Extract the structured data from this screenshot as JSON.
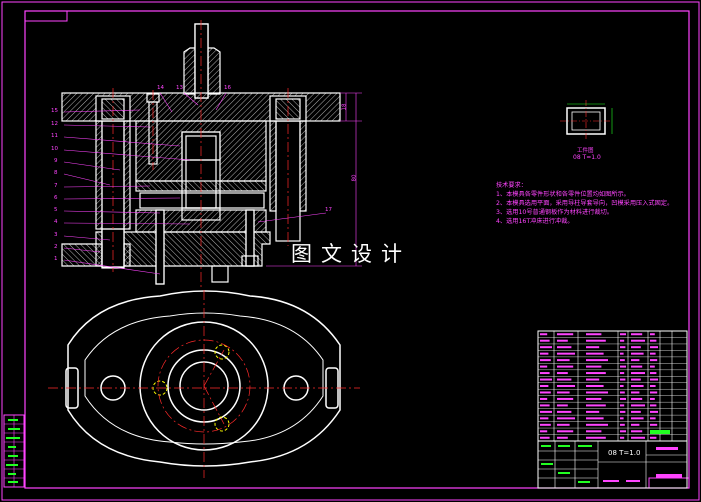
{
  "title_stamp": "图文设计",
  "part_view": {
    "caption": "工件图",
    "spec": "08 T=1.0"
  },
  "tech_requirements": {
    "heading": "技术要求：",
    "items": [
      "1、本模具各零件形状和各零件位置均如图所示。",
      "2、本模具选用平面，采用导柱导套导向，凹模采用压入式固定。",
      "3、选用10号普通钢板作为材料进行裁切。",
      "4、选用16T冲床进行冲裁。"
    ]
  },
  "balloons": [
    "14",
    "13",
    "15",
    "12",
    "11",
    "10",
    "9",
    "8",
    "7",
    "6",
    "5",
    "4",
    "3",
    "2",
    "1",
    "16",
    "17"
  ],
  "dimensions": {
    "total_height": "80",
    "partial_height": "18"
  },
  "title_block": {
    "part_spec": "08 T=1.0"
  },
  "colors": {
    "background": "#000000",
    "frame": "#ff44ff",
    "outline": "#ffffff",
    "centerline": "#ff2a2a",
    "dimension": "#ff44ff",
    "hidden": "#ffff00",
    "hatch": "#ffffff"
  }
}
